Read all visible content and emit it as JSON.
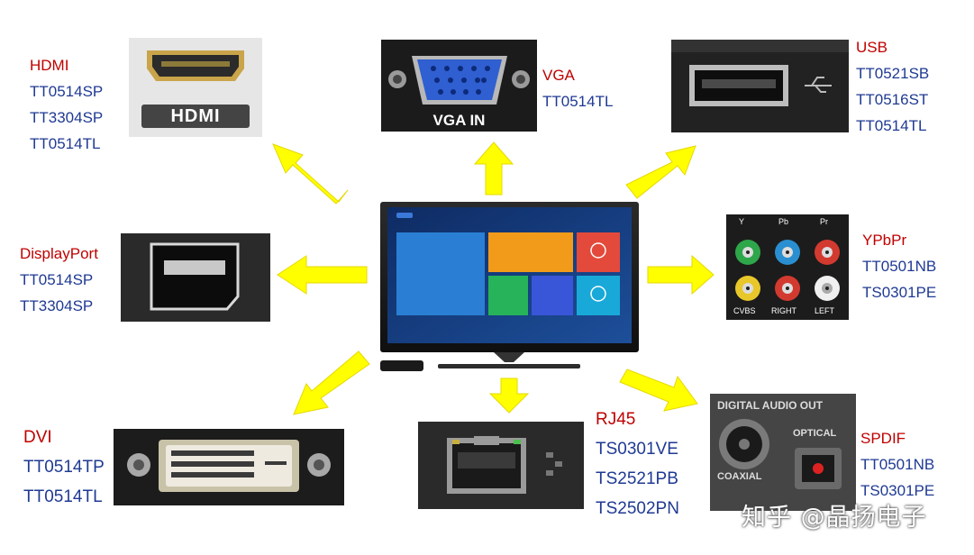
{
  "hdmi": {
    "title": "HDMI",
    "parts": [
      "TT0514SP",
      "TT3304SP",
      "TT0514TL"
    ],
    "plate": "HDMI"
  },
  "vga": {
    "title": "VGA",
    "parts": [
      "TT0514TL"
    ],
    "plate": "VGA IN"
  },
  "usb": {
    "title": "USB",
    "parts": [
      "TT0521SB",
      "TT0516ST",
      "TT0514TL"
    ]
  },
  "displayport": {
    "title": "DisplayPort",
    "parts": [
      "TT0514SP",
      "TT3304SP"
    ]
  },
  "ypbpr": {
    "title": "YPbPr",
    "parts": [
      "TT0501NB",
      "TS0301PE"
    ],
    "jack_labels": [
      "Y",
      "Pb",
      "Pr",
      "CVBS",
      "RIGHT",
      "LEFT"
    ]
  },
  "dvi": {
    "title": "DVI",
    "parts": [
      "TT0514TP",
      "TT0514TL"
    ]
  },
  "rj45": {
    "title": "RJ45",
    "parts": [
      "TS0301VE",
      "TS2521PB",
      "TS2502PN"
    ]
  },
  "spdif": {
    "title": "SPDIF",
    "parts": [
      "TT0501NB",
      "TS0301PE"
    ],
    "plate_top": "DIGITAL AUDIO OUT",
    "plate_optical": "OPTICAL",
    "plate_coaxial": "COAXIAL"
  },
  "watermark": "知乎 @晶扬电子",
  "colors": {
    "arrow": "#ffff00",
    "title_red": "#c00000",
    "part_blue": "#1f3a93"
  }
}
